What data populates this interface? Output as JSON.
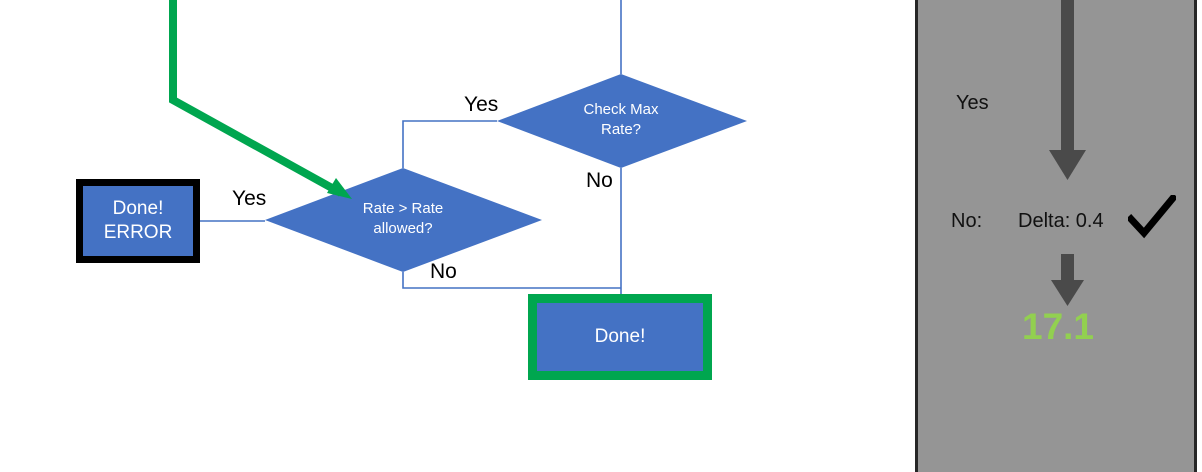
{
  "flowchart": {
    "nodes": [
      {
        "id": "done-error",
        "type": "process-box",
        "lines": [
          "Done!",
          "ERROR"
        ],
        "fill": "#4472C4",
        "border": "#000000"
      },
      {
        "id": "rate-check",
        "type": "decision-diamond",
        "lines": [
          "Rate > Rate",
          "allowed?"
        ],
        "fill": "#4472C4"
      },
      {
        "id": "check-max-rate",
        "type": "decision-diamond",
        "lines": [
          "Check Max",
          "Rate?"
        ],
        "fill": "#4472C4"
      },
      {
        "id": "done-ok",
        "type": "process-box",
        "lines": [
          "Done!"
        ],
        "fill": "#4472C4",
        "border": "#00A64F"
      }
    ],
    "edge_labels": {
      "rate_check_yes": "Yes",
      "rate_check_no": "No",
      "check_max_rate_yes": "Yes",
      "check_max_rate_no": "No"
    },
    "node_text": {
      "done_error_line1": "Done!",
      "done_error_line2": "ERROR",
      "rate_check_line1": "Rate > Rate",
      "rate_check_line2": "allowed?",
      "check_max_rate_line1": "Check Max",
      "check_max_rate_line2": "Rate?",
      "done_ok_line1": "Done!"
    },
    "colors": {
      "node_fill": "#4472C4",
      "connector": "#4472C4",
      "highlight_arrow": "#00A64F",
      "error_border": "#000000",
      "success_border": "#00A64F"
    }
  },
  "right_panel": {
    "background": "#959595",
    "yes_label": "Yes",
    "no_label": "No:",
    "delta_label": "Delta: 0.4",
    "check_mark": "checkmark-icon",
    "result_value": "17.1",
    "result_color": "#92D050",
    "arrow_color": "#4A4A4A"
  }
}
